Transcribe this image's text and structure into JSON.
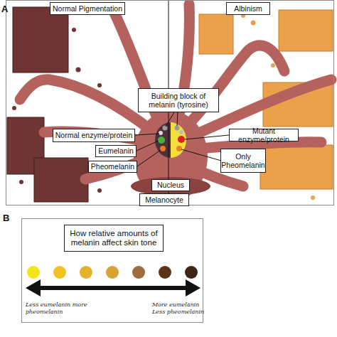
{
  "diagram": {
    "nodes": [
      {
        "text": [
          "A"
        ]
      },
      {
        "text": [
          "Normal Pigmentation"
        ],
        "in": 0
      },
      {
        "text": [
          "Albinism"
        ],
        "in": 0
      },
      {
        "text": [
          "Building block of melanin (tyrosine)"
        ],
        "in": 0
      },
      {
        "text": [
          "Normal enzyme/protein"
        ],
        "in": 0
      },
      {
        "text": [
          "Mutant enzyme/protein"
        ],
        "in": 0
      },
      {
        "text": [
          "Eumelanin"
        ],
        "in": 0
      },
      {
        "text": [
          "Only Pheomelanin"
        ],
        "in": 0
      },
      {
        "text": [
          "Pheomelanin"
        ],
        "in": 0
      },
      {
        "text": [
          "Nucleus"
        ],
        "in": 0
      },
      {
        "text": [
          "Melanocyte"
        ],
        "in": 0
      },
      {
        "text": [
          "B"
        ]
      },
      {
        "text": [
          "How relative amounts of melanin affect skin tone"
        ],
        "in": 11
      }
    ],
    "labels": [
      "Less eumelanin more pheomelanin",
      "More eumelanin Less pheomelanin"
    ]
  }
}
